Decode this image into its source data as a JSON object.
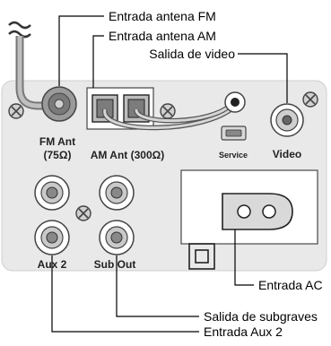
{
  "callouts": {
    "fm_antenna_input": "Entrada antena FM",
    "am_antenna_input": "Entrada antena AM",
    "video_output": "Salida de video",
    "ac_input": "Entrada AC",
    "subwoofer_output": "Salida de subgraves",
    "aux2_input": "Entrada Aux 2"
  },
  "panel_labels": {
    "fm_ant": "FM Ant",
    "fm_impedance": "(75Ω)",
    "am_ant": "AM Ant (300Ω)",
    "service": "Service",
    "video": "Video",
    "aux2": "Aux 2",
    "sub_out": "Sub Out"
  },
  "colors": {
    "panel": "#e9e9e9",
    "panel_border": "#c9c9c9",
    "connector_ring": "#c8c8c8",
    "ac_socket": "#dcdcdc"
  }
}
